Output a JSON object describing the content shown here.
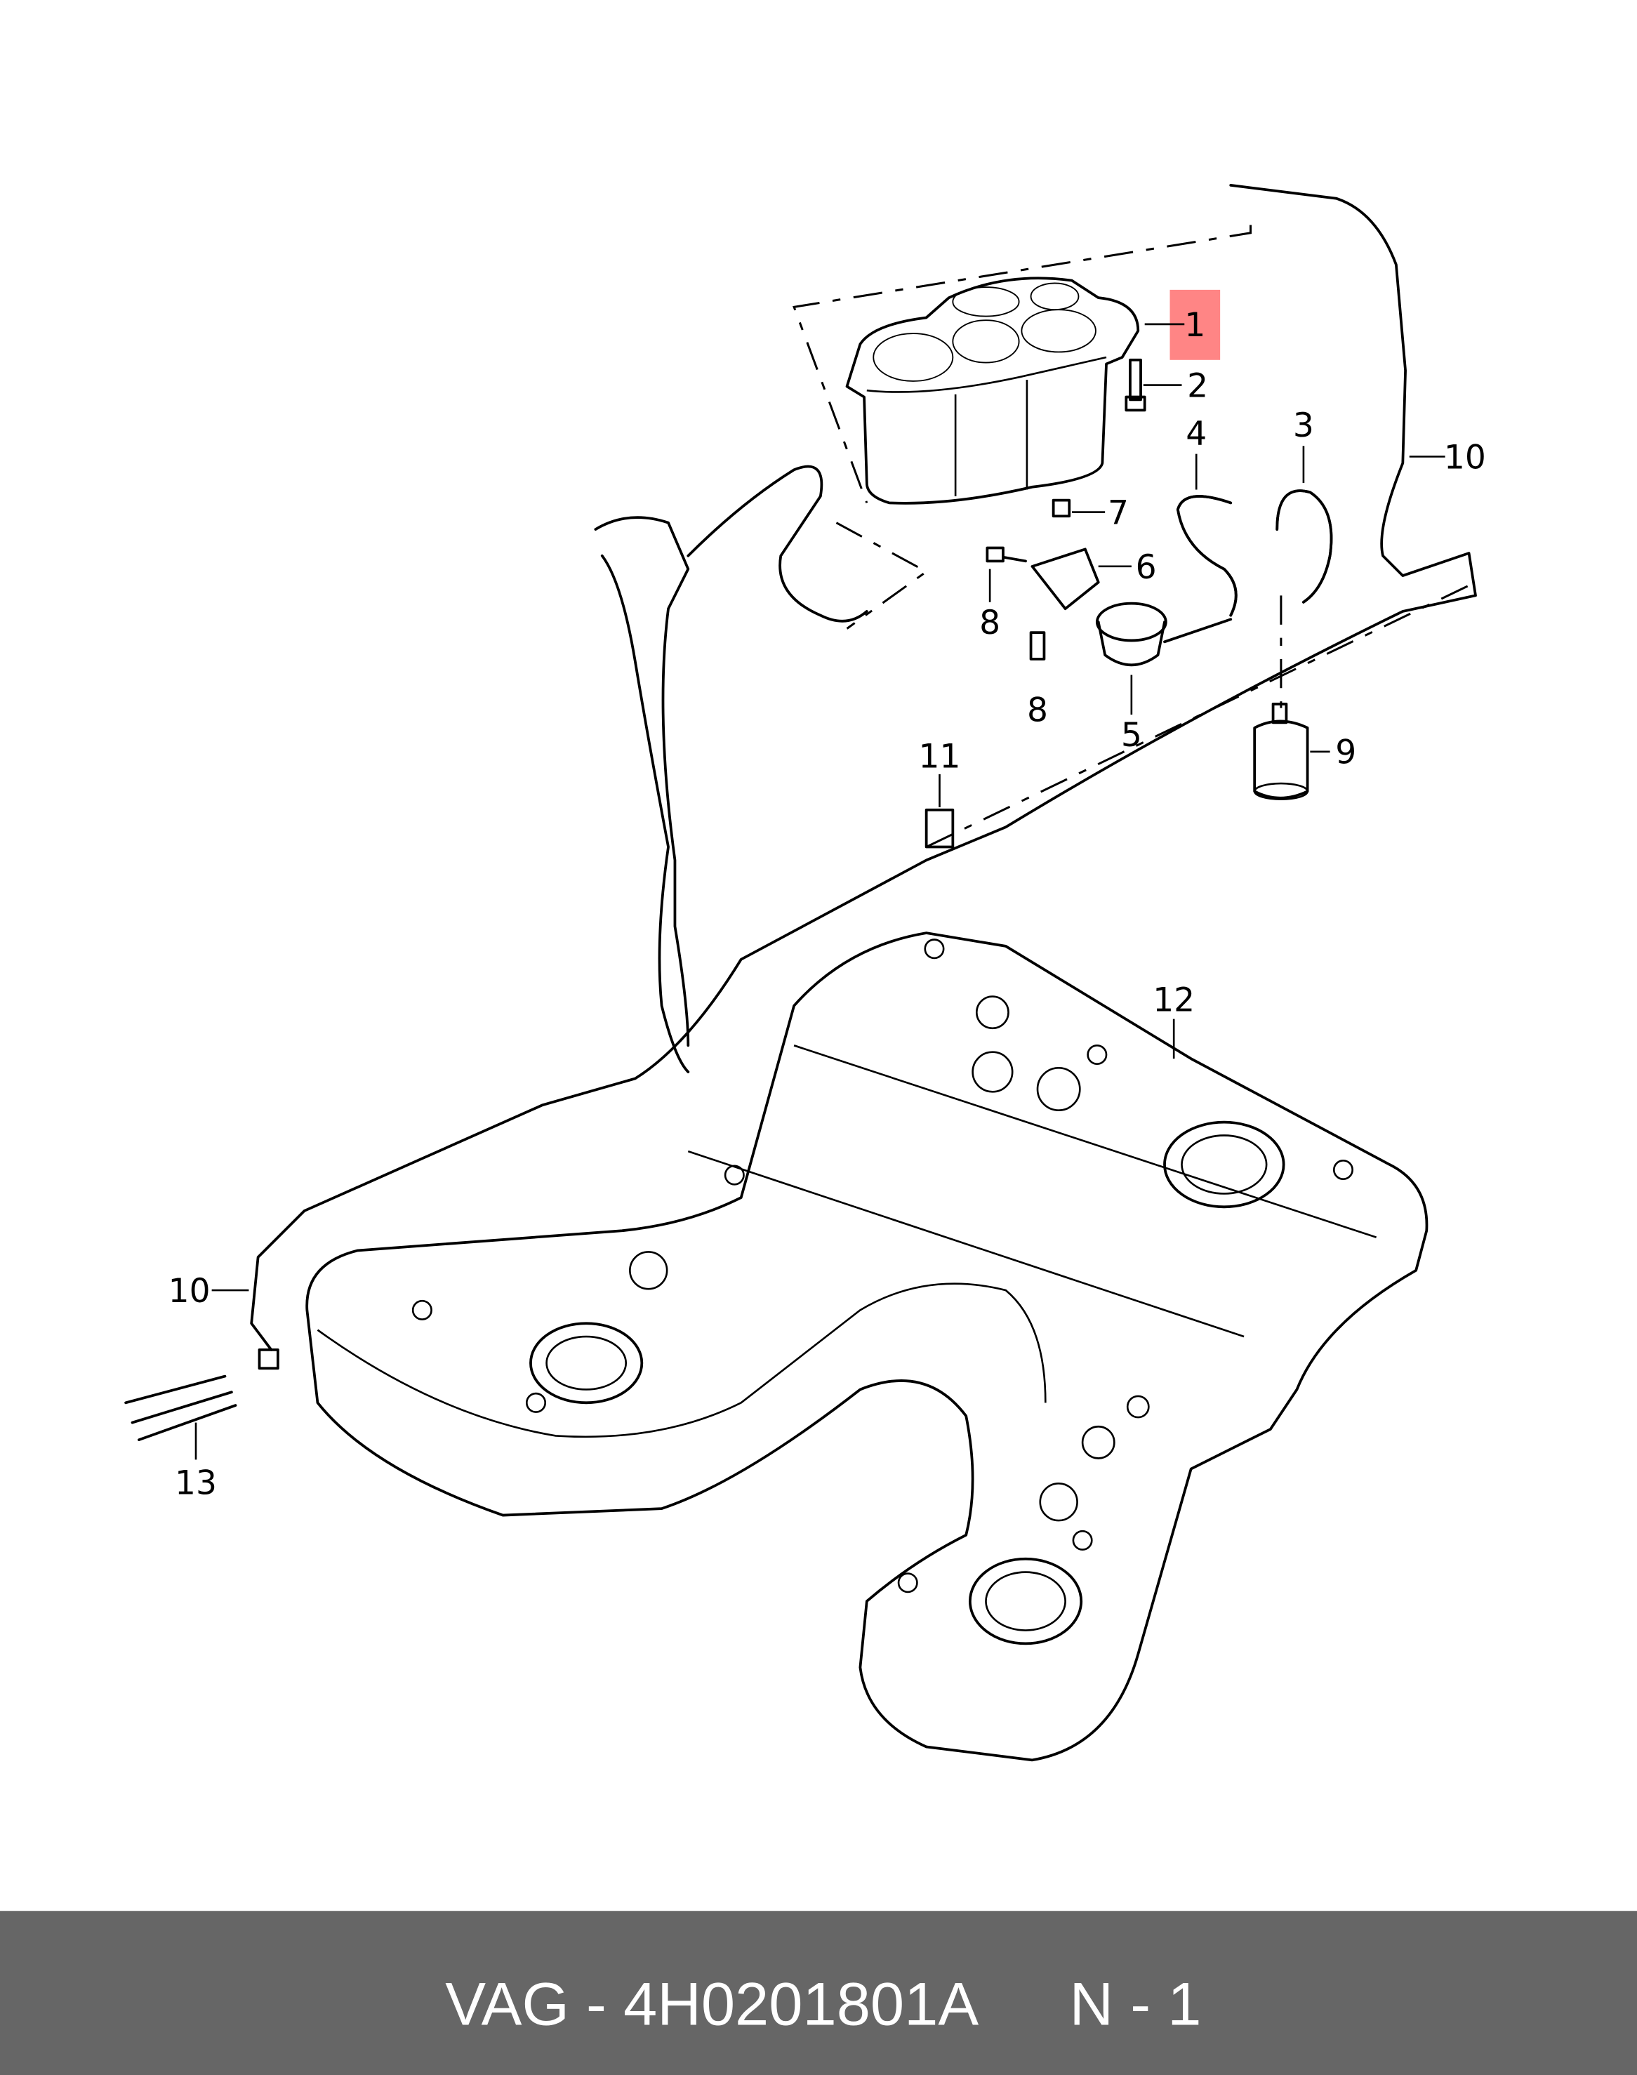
{
  "diagram": {
    "callouts": [
      {
        "number": "1",
        "highlighted": true
      },
      {
        "number": "2"
      },
      {
        "number": "3"
      },
      {
        "number": "4"
      },
      {
        "number": "5"
      },
      {
        "number": "6"
      },
      {
        "number": "7"
      },
      {
        "number": "8"
      },
      {
        "number": "8"
      },
      {
        "number": "9"
      },
      {
        "number": "10"
      },
      {
        "number": "10"
      },
      {
        "number": "11"
      },
      {
        "number": "12"
      },
      {
        "number": "13"
      }
    ],
    "highlight_color": "#ff8585"
  },
  "footer": {
    "brand": "VAG",
    "part_number": "4H0201801A",
    "position": "N - 1",
    "text": "VAG - 4H0201801A",
    "background": "#666666"
  }
}
